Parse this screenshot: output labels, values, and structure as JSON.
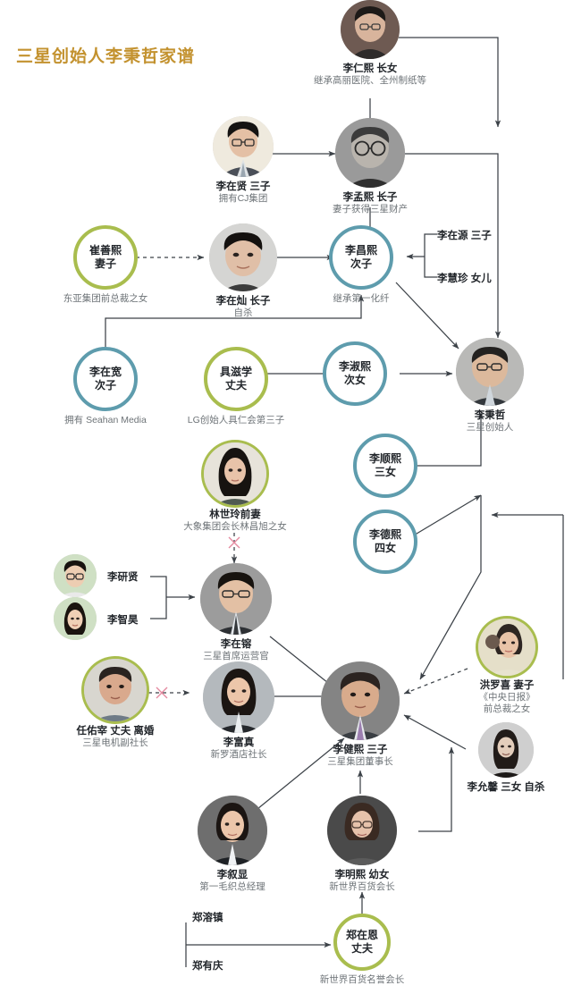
{
  "title": "三星创始人李秉哲家谱",
  "colors": {
    "title_gold": "#c3922f",
    "ring_blue": "#5e9cad",
    "ring_green": "#a9bd4e",
    "line": "#4a4f55",
    "divorce_mark": "#e58aa0",
    "name_text": "#22262b",
    "role_text": "#6d7377"
  },
  "nodes": {
    "li_renxi": {
      "name": "李仁熙 长女",
      "role": "继承高丽医院、全州制纸等",
      "type": "photo"
    },
    "li_zaixian": {
      "name": "李在贤 三子",
      "role": "拥有CJ集团",
      "type": "photo"
    },
    "li_mengxi": {
      "name": "李孟熙 长子",
      "role": "妻子获得三星财产",
      "type": "photo"
    },
    "cui_shanxi": {
      "l1": "崔善熙",
      "l2": "妻子",
      "role": "东亚集团前总裁之女",
      "type": "circle-green"
    },
    "li_zaican": {
      "name": "李在灿 长子",
      "role": "自杀",
      "type": "photo"
    },
    "li_changxi": {
      "l1": "李昌熙",
      "l2": "次子",
      "role": "继承第一化纤",
      "type": "circle-blue"
    },
    "li_zaiyuan": {
      "name": "李在源 三子",
      "type": "text"
    },
    "li_huizhen": {
      "name": "李慧珍 女儿",
      "type": "text"
    },
    "li_zaikuan": {
      "l1": "李在宽",
      "l2": "次子",
      "role": "拥有 Seahan Media",
      "type": "circle-blue"
    },
    "ju_zixue": {
      "l1": "具滋学",
      "l2": "丈夫",
      "role": "LG创始人具仁会第三子",
      "type": "circle-green"
    },
    "li_shuxi": {
      "l1": "李淑熙",
      "l2": "次女",
      "type": "circle-blue"
    },
    "li_bingzhe": {
      "name": "李秉哲",
      "role": "三星创始人",
      "type": "photo"
    },
    "lin_shiling": {
      "name": "林世玲前妻",
      "role": "大象集团会长林昌旭之女",
      "type": "photo"
    },
    "li_shunxi": {
      "l1": "李顺熙",
      "l2": "三女",
      "type": "circle-blue"
    },
    "li_dexi": {
      "l1": "李德熙",
      "l2": "四女",
      "type": "circle-blue"
    },
    "li_yanxian": {
      "name": "李研贤",
      "type": "avatar"
    },
    "li_zhihao": {
      "name": "李智昊",
      "type": "avatar"
    },
    "li_zairong": {
      "name": "李在镕",
      "role": "三星首席运营官",
      "type": "photo"
    },
    "ren_youzai": {
      "name": "任佑宰 丈夫 离婚",
      "role": "三星电机副社长",
      "type": "photo"
    },
    "li_fuzhen": {
      "name": "李富真",
      "role": "新罗酒店社长",
      "type": "photo"
    },
    "li_jianxi": {
      "name": "李健熙 三子",
      "role": "三星集团董事长",
      "type": "photo"
    },
    "hong_luoxi": {
      "name": "洪罗喜 妻子",
      "role": "《中央日报》",
      "role2": "前总裁之女",
      "type": "photo"
    },
    "li_yunxin": {
      "name": "李允馨 三女 自杀",
      "type": "photo"
    },
    "li_xuxian": {
      "name": "李叙显",
      "role": "第一毛织总经理",
      "type": "photo"
    },
    "li_mingxi": {
      "name": "李明熙 幼女",
      "role": "新世界百货会长",
      "type": "photo"
    },
    "zheng_rongzhen": {
      "name": "郑溶镇",
      "type": "text"
    },
    "zheng_youqing": {
      "name": "郑有庆",
      "type": "text"
    },
    "zheng_zaien": {
      "l1": "郑在恩",
      "l2": "丈夫",
      "role": "新世界百货名誉会长",
      "type": "circle-green"
    }
  }
}
